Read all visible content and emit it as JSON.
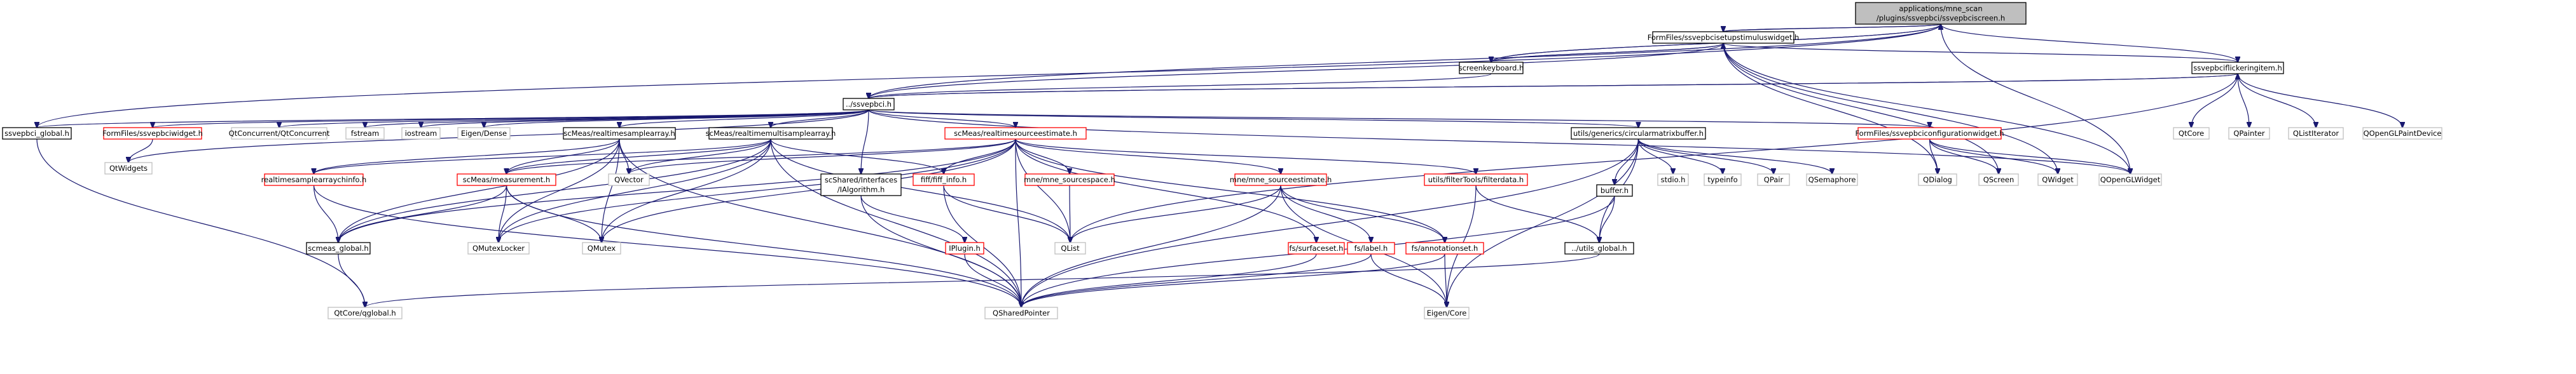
{
  "diagram": {
    "colors": {
      "edge": "#191970",
      "root_fill": "#bfbfbf",
      "node_fill": "#ffffff",
      "documented_border": "#000000",
      "undocumented_border": "#ff0000",
      "plain_border": "#bfbfbf"
    },
    "nodes": [
      {
        "id": "root",
        "lines": [
          "applications/mne_scan",
          "/plugins/ssvepbci/ssvepbciscreen.h"
        ],
        "style": "root"
      },
      {
        "id": "setup",
        "lines": [
          "FormFiles/ssvepbcisetupstimuluswidget.h"
        ],
        "style": "documented"
      },
      {
        "id": "kbd",
        "lines": [
          "screenkeyboard.h"
        ],
        "style": "documented"
      },
      {
        "id": "flick",
        "lines": [
          "ssvepbciflickeringitem.h"
        ],
        "style": "documented"
      },
      {
        "id": "ssvepbci",
        "lines": [
          "../ssvepbci.h"
        ],
        "style": "documented"
      },
      {
        "id": "global",
        "lines": [
          "ssvepbci_global.h"
        ],
        "style": "documented"
      },
      {
        "id": "formw",
        "lines": [
          "FormFiles/ssvepbciwidget.h"
        ],
        "style": "undocumented"
      },
      {
        "id": "qtconc",
        "lines": [
          "QtConcurrent/QtConcurrent"
        ],
        "style": "plain"
      },
      {
        "id": "fstream",
        "lines": [
          "fstream"
        ],
        "style": "plain"
      },
      {
        "id": "iostream",
        "lines": [
          "iostream"
        ],
        "style": "plain"
      },
      {
        "id": "eigdense",
        "lines": [
          "Eigen/Dense"
        ],
        "style": "plain"
      },
      {
        "id": "rtsa",
        "lines": [
          "scMeas/realtimesamplearray.h"
        ],
        "style": "documented"
      },
      {
        "id": "rtmsa",
        "lines": [
          "scMeas/realtimemultisamplearray.h"
        ],
        "style": "documented"
      },
      {
        "id": "rtse",
        "lines": [
          "scMeas/realtimesourceestimate.h"
        ],
        "style": "undocumented"
      },
      {
        "id": "circ",
        "lines": [
          "utils/generics/circularmatrixbuffer.h"
        ],
        "style": "documented"
      },
      {
        "id": "confw",
        "lines": [
          "FormFiles/ssvepbciconfigurationwidget.h"
        ],
        "style": "undocumented"
      },
      {
        "id": "qtcore",
        "lines": [
          "QtCore"
        ],
        "style": "plain"
      },
      {
        "id": "qpainter",
        "lines": [
          "QPainter"
        ],
        "style": "plain"
      },
      {
        "id": "qlistit",
        "lines": [
          "QListIterator"
        ],
        "style": "plain"
      },
      {
        "id": "qoglpd",
        "lines": [
          "QOpenGLPaintDevice"
        ],
        "style": "plain"
      },
      {
        "id": "qtwidgets",
        "lines": [
          "QtWidgets"
        ],
        "style": "plain"
      },
      {
        "id": "rtsachinfo",
        "lines": [
          "realtimesamplearraychinfo.h"
        ],
        "style": "undocumented"
      },
      {
        "id": "meas",
        "lines": [
          "scMeas/measurement.h"
        ],
        "style": "undocumented"
      },
      {
        "id": "qvector",
        "lines": [
          "QVector"
        ],
        "style": "plain"
      },
      {
        "id": "ialg",
        "lines": [
          "scShared/Interfaces",
          "/IAlgorithm.h"
        ],
        "style": "documented"
      },
      {
        "id": "fiffinfo",
        "lines": [
          "fiff/fiff_info.h"
        ],
        "style": "undocumented"
      },
      {
        "id": "mnesp",
        "lines": [
          "mne/mne_sourcespace.h"
        ],
        "style": "undocumented"
      },
      {
        "id": "mnese",
        "lines": [
          "mne/mne_sourceestimate.h"
        ],
        "style": "undocumented"
      },
      {
        "id": "filterdata",
        "lines": [
          "utils/filterTools/filterdata.h"
        ],
        "style": "undocumented"
      },
      {
        "id": "stdio",
        "lines": [
          "stdio.h"
        ],
        "style": "plain"
      },
      {
        "id": "typeinfo",
        "lines": [
          "typeinfo"
        ],
        "style": "plain"
      },
      {
        "id": "qpair",
        "lines": [
          "QPair"
        ],
        "style": "plain"
      },
      {
        "id": "qsem",
        "lines": [
          "QSemaphore"
        ],
        "style": "plain"
      },
      {
        "id": "qdialog",
        "lines": [
          "QDialog"
        ],
        "style": "plain"
      },
      {
        "id": "qscreen",
        "lines": [
          "QScreen"
        ],
        "style": "plain"
      },
      {
        "id": "qwidget",
        "lines": [
          "QWidget"
        ],
        "style": "plain"
      },
      {
        "id": "qoglw",
        "lines": [
          "QOpenGLWidget"
        ],
        "style": "plain"
      },
      {
        "id": "bufferh",
        "lines": [
          "buffer.h"
        ],
        "style": "documented"
      },
      {
        "id": "scmglob",
        "lines": [
          "scmeas_global.h"
        ],
        "style": "documented"
      },
      {
        "id": "qmutexlocker",
        "lines": [
          "QMutexLocker"
        ],
        "style": "plain"
      },
      {
        "id": "qmutex",
        "lines": [
          "QMutex"
        ],
        "style": "plain"
      },
      {
        "id": "iplugin",
        "lines": [
          "IPlugin.h"
        ],
        "style": "undocumented"
      },
      {
        "id": "qlist",
        "lines": [
          "QList"
        ],
        "style": "plain"
      },
      {
        "id": "fssurf",
        "lines": [
          "fs/surfaceset.h"
        ],
        "style": "undocumented"
      },
      {
        "id": "fslabel",
        "lines": [
          "fs/label.h"
        ],
        "style": "undocumented"
      },
      {
        "id": "fsannot",
        "lines": [
          "fs/annotationset.h"
        ],
        "style": "undocumented"
      },
      {
        "id": "utilsglob",
        "lines": [
          "../utils_global.h"
        ],
        "style": "documented"
      },
      {
        "id": "qtcoreglob",
        "lines": [
          "QtCore/qglobal.h"
        ],
        "style": "plain"
      },
      {
        "id": "qsp",
        "lines": [
          "QSharedPointer"
        ],
        "style": "plain"
      },
      {
        "id": "eigcore",
        "lines": [
          "Eigen/Core"
        ],
        "style": "plain"
      }
    ],
    "edges": [
      [
        "root",
        "setup"
      ],
      [
        "root",
        "kbd"
      ],
      [
        "root",
        "flick"
      ],
      [
        "root",
        "ssvepbci"
      ],
      [
        "root",
        "global"
      ],
      [
        "root",
        "qoglw"
      ],
      [
        "setup",
        "kbd"
      ],
      [
        "setup",
        "flick"
      ],
      [
        "setup",
        "ssvepbci"
      ],
      [
        "setup",
        "qdialog"
      ],
      [
        "setup",
        "qscreen"
      ],
      [
        "setup",
        "qwidget"
      ],
      [
        "setup",
        "qoglw"
      ],
      [
        "setup",
        "root"
      ],
      [
        "kbd",
        "ssvepbci"
      ],
      [
        "kbd",
        "setup"
      ],
      [
        "kbd",
        "root"
      ],
      [
        "flick",
        "qtcore"
      ],
      [
        "flick",
        "qpainter"
      ],
      [
        "flick",
        "qlistit"
      ],
      [
        "flick",
        "qoglpd"
      ],
      [
        "flick",
        "qlist"
      ],
      [
        "flick",
        "ssvepbci"
      ],
      [
        "ssvepbci",
        "global"
      ],
      [
        "ssvepbci",
        "formw"
      ],
      [
        "ssvepbci",
        "qtconc"
      ],
      [
        "ssvepbci",
        "fstream"
      ],
      [
        "ssvepbci",
        "iostream"
      ],
      [
        "ssvepbci",
        "eigdense"
      ],
      [
        "ssvepbci",
        "rtsa"
      ],
      [
        "ssvepbci",
        "rtmsa"
      ],
      [
        "ssvepbci",
        "rtse"
      ],
      [
        "ssvepbci",
        "circ"
      ],
      [
        "ssvepbci",
        "confw"
      ],
      [
        "ssvepbci",
        "ialg"
      ],
      [
        "ssvepbci",
        "qtwidgets"
      ],
      [
        "ssvepbci",
        "flick"
      ],
      [
        "ssvepbci",
        "qoglw"
      ],
      [
        "global",
        "qtcoreglob"
      ],
      [
        "formw",
        "qtwidgets"
      ],
      [
        "rtsa",
        "scmglob"
      ],
      [
        "rtsa",
        "meas"
      ],
      [
        "rtsa",
        "qvector"
      ],
      [
        "rtsa",
        "qmutexlocker"
      ],
      [
        "rtsa",
        "qmutex"
      ],
      [
        "rtsa",
        "qsp"
      ],
      [
        "rtsa",
        "rtsachinfo"
      ],
      [
        "rtmsa",
        "scmglob"
      ],
      [
        "rtmsa",
        "meas"
      ],
      [
        "rtmsa",
        "qvector"
      ],
      [
        "rtmsa",
        "qmutexlocker"
      ],
      [
        "rtmsa",
        "qmutex"
      ],
      [
        "rtmsa",
        "qsp"
      ],
      [
        "rtmsa",
        "rtsachinfo"
      ],
      [
        "rtmsa",
        "fiffinfo"
      ],
      [
        "rtmsa",
        "qlist"
      ],
      [
        "rtse",
        "scmglob"
      ],
      [
        "rtse",
        "meas"
      ],
      [
        "rtse",
        "qvector"
      ],
      [
        "rtse",
        "qmutexlocker"
      ],
      [
        "rtse",
        "qmutex"
      ],
      [
        "rtse",
        "qsp"
      ],
      [
        "rtse",
        "mnesp"
      ],
      [
        "rtse",
        "mnese"
      ],
      [
        "rtse",
        "fiffinfo"
      ],
      [
        "rtse",
        "qlist"
      ],
      [
        "rtse",
        "fssurf"
      ],
      [
        "rtse",
        "fsannot"
      ],
      [
        "rtse",
        "filterdata"
      ],
      [
        "rtsachinfo",
        "scmglob"
      ],
      [
        "rtsachinfo",
        "qsp"
      ],
      [
        "meas",
        "scmglob"
      ],
      [
        "meas",
        "qmutexlocker"
      ],
      [
        "meas",
        "qmutex"
      ],
      [
        "meas",
        "qsp"
      ],
      [
        "scmglob",
        "qtcoreglob"
      ],
      [
        "ialg",
        "iplugin"
      ],
      [
        "ialg",
        "qsp"
      ],
      [
        "iplugin",
        "qsp"
      ],
      [
        "fiffinfo",
        "qlist"
      ],
      [
        "fiffinfo",
        "qsp"
      ],
      [
        "mnesp",
        "qlist"
      ],
      [
        "mnese",
        "qlist"
      ],
      [
        "mnese",
        "fslabel"
      ],
      [
        "mnese",
        "fsannot"
      ],
      [
        "mnese",
        "qsp"
      ],
      [
        "mnese",
        "eigcore"
      ],
      [
        "filterdata",
        "utilsglob"
      ],
      [
        "filterdata",
        "eigcore"
      ],
      [
        "fssurf",
        "qsp"
      ],
      [
        "fslabel",
        "qsp"
      ],
      [
        "fslabel",
        "eigcore"
      ],
      [
        "fsannot",
        "qsp"
      ],
      [
        "fsannot",
        "eigcore"
      ],
      [
        "circ",
        "bufferh"
      ],
      [
        "circ",
        "stdio"
      ],
      [
        "circ",
        "typeinfo"
      ],
      [
        "circ",
        "qpair"
      ],
      [
        "circ",
        "qsem"
      ],
      [
        "circ",
        "utilsglob"
      ],
      [
        "circ",
        "qsp"
      ],
      [
        "circ",
        "eigcore"
      ],
      [
        "bufferh",
        "utilsglob"
      ],
      [
        "bufferh",
        "qsp"
      ],
      [
        "utilsglob",
        "qtcoreglob"
      ],
      [
        "confw",
        "qdialog"
      ],
      [
        "confw",
        "qscreen"
      ],
      [
        "confw",
        "qwidget"
      ],
      [
        "confw",
        "qoglw"
      ]
    ]
  }
}
